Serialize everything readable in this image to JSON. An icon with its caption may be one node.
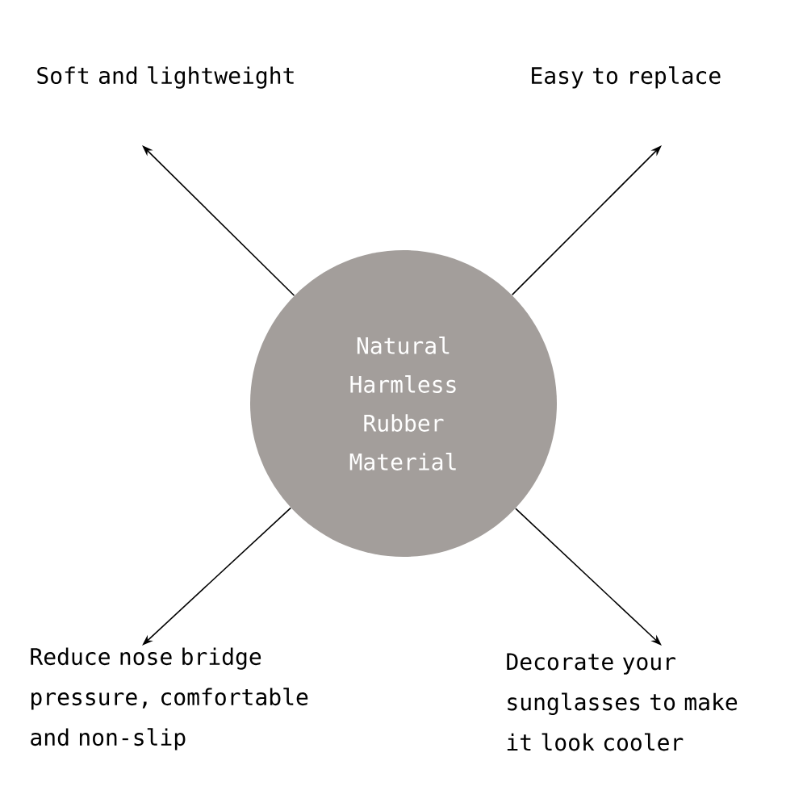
{
  "diagram": {
    "nodes": [
      {
        "text": [
          "Natural Harmless Rubber Material"
        ]
      },
      {
        "text": [
          "Soft and lightweight"
        ]
      },
      {
        "text": [
          "Easy to replace"
        ]
      },
      {
        "text": [
          "Reduce nose bridge pressure, comfortable and non-slip"
        ]
      },
      {
        "text": [
          "Decorate your sunglasses to make it look cooler"
        ]
      }
    ],
    "edges": [
      {
        "from": 0,
        "to": 1,
        "arrow": "to"
      },
      {
        "from": 0,
        "to": 2,
        "arrow": "to"
      },
      {
        "from": 0,
        "to": 3,
        "arrow": "to"
      },
      {
        "from": 0,
        "to": 4,
        "arrow": "to"
      }
    ]
  }
}
